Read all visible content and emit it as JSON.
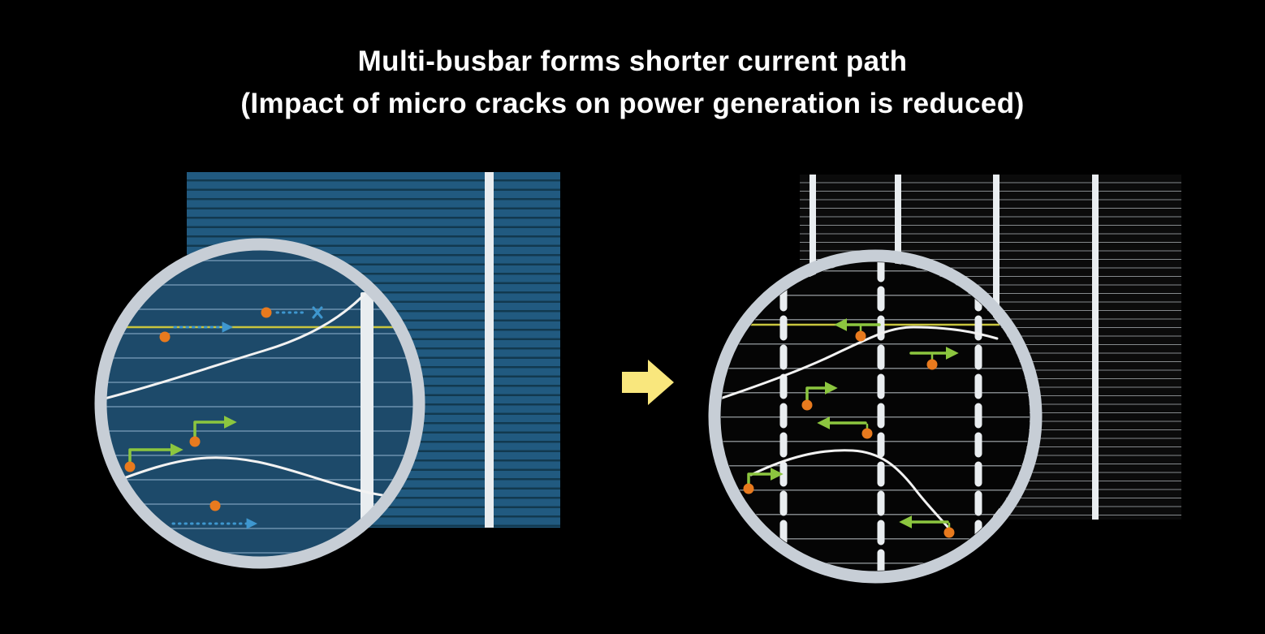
{
  "title": {
    "line1": "Multi-busbar forms shorter current path",
    "line2": "(Impact of micro cracks on power generation is reduced)"
  },
  "icons": {
    "transition-arrow-icon": "block-arrow-right",
    "blocked-path-icon": "x-mark",
    "electron-icon": "orange-dot"
  },
  "colors": {
    "background": "#000000",
    "title_text": "#ffffff",
    "cell_blue": "#215a80",
    "cell_blue_line": "#12394f",
    "zoom_blue_bg": "#1d4a6a",
    "zoom_blue_line": "#587f9d",
    "cell_black": "#0b0b0b",
    "cell_black_line": "#85898c",
    "zoom_black_bg": "#050505",
    "zoom_black_line": "#7f8487",
    "busbar": "#e9edf0",
    "ring": "#c7ced6",
    "arrow_yellow": "#f9e77d",
    "electron_orange": "#e87a1e",
    "path_green": "#8cc63f",
    "path_blue": "#3e97cf",
    "crack": "#f2f2f2",
    "finger_yellow": "#c9c53e"
  }
}
